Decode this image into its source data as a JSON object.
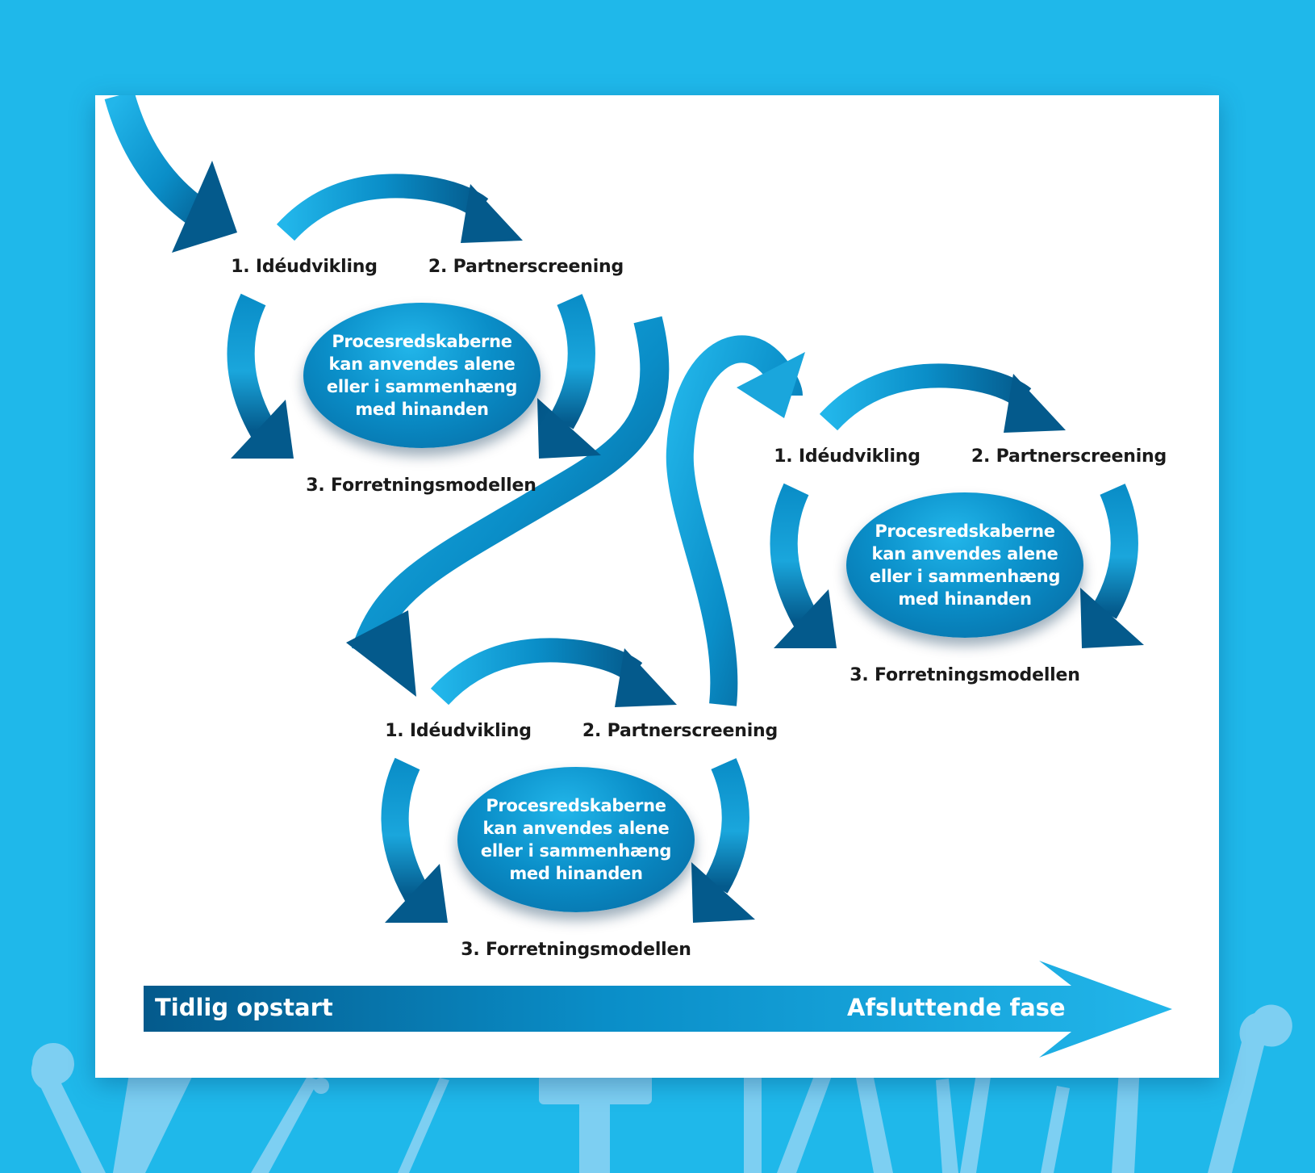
{
  "colors": {
    "background": "#1fb8ea",
    "arrow_dark": "#045a8c",
    "arrow_mid": "#0a8ec8",
    "arrow_light": "#22b6ea",
    "tools": "#7dcff2"
  },
  "timeline": {
    "start_label": "Tidlig opstart",
    "end_label": "Afsluttende fase"
  },
  "cycles": [
    {
      "step1": "1. Idéudvikling",
      "step2": "2. Partnerscreening",
      "step3": "3. Forretningsmodellen",
      "center": "Procesredskaberne\nkan anvendes alene\neller i sammenhæng\nmed hinanden"
    },
    {
      "step1": "1. Idéudvikling",
      "step2": "2. Partnerscreening",
      "step3": "3. Forretningsmodellen",
      "center": "Procesredskaberne\nkan anvendes alene\neller i sammenhæng\nmed hinanden"
    },
    {
      "step1": "1. Idéudvikling",
      "step2": "2. Partnerscreening",
      "step3": "3. Forretningsmodellen",
      "center": "Procesredskaberne\nkan anvendes alene\neller i sammenhæng\nmed hinanden"
    }
  ]
}
